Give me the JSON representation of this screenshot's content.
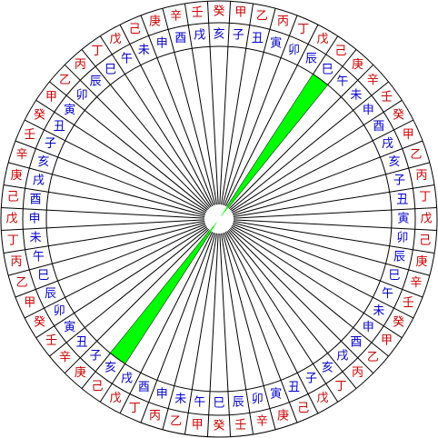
{
  "outer_ring": {
    "characters": [
      "癸",
      "甲",
      "乙",
      "丙",
      "丁",
      "戊",
      "己",
      "庚",
      "辛",
      "壬",
      "癸",
      "甲",
      "乙",
      "丙",
      "丁",
      "戊",
      "己",
      "庚",
      "辛",
      "壬",
      "癸",
      "甲",
      "乙",
      "丙",
      "丁",
      "戊",
      "己",
      "庚",
      "辛",
      "壬",
      "癸",
      "甲",
      "乙",
      "丙",
      "丁",
      "戊",
      "己",
      "庚",
      "辛",
      "壬",
      "癸",
      "甲",
      "乙",
      "丙",
      "丁",
      "戊",
      "己",
      "庚",
      "辛",
      "壬",
      "癸",
      "甲",
      "乙",
      "丙",
      "丁",
      "戊",
      "己",
      "庚",
      "辛",
      "壬"
    ],
    "color": "#cc0000"
  },
  "inner_ring": {
    "characters": [
      "亥",
      "子",
      "丑",
      "寅",
      "卯",
      "辰",
      "巳",
      "午",
      "未",
      "申",
      "酉",
      "戌",
      "亥",
      "子",
      "丑",
      "寅",
      "卯",
      "辰",
      "巳",
      "午",
      "未",
      "申",
      "酉",
      "戌",
      "亥",
      "子",
      "丑",
      "寅",
      "卯",
      "辰",
      "巳",
      "午",
      "未",
      "申",
      "酉",
      "戌",
      "亥",
      "子",
      "丑",
      "寅",
      "卯",
      "辰",
      "巳",
      "午",
      "未",
      "申",
      "酉",
      "戌",
      "亥",
      "子",
      "丑",
      "寅",
      "卯",
      "辰",
      "巳",
      "午",
      "未",
      "申",
      "酉",
      "戌"
    ],
    "color": "#0000cc"
  },
  "highlight": {
    "color": "#00ff00"
  },
  "line_color": "#000000"
}
